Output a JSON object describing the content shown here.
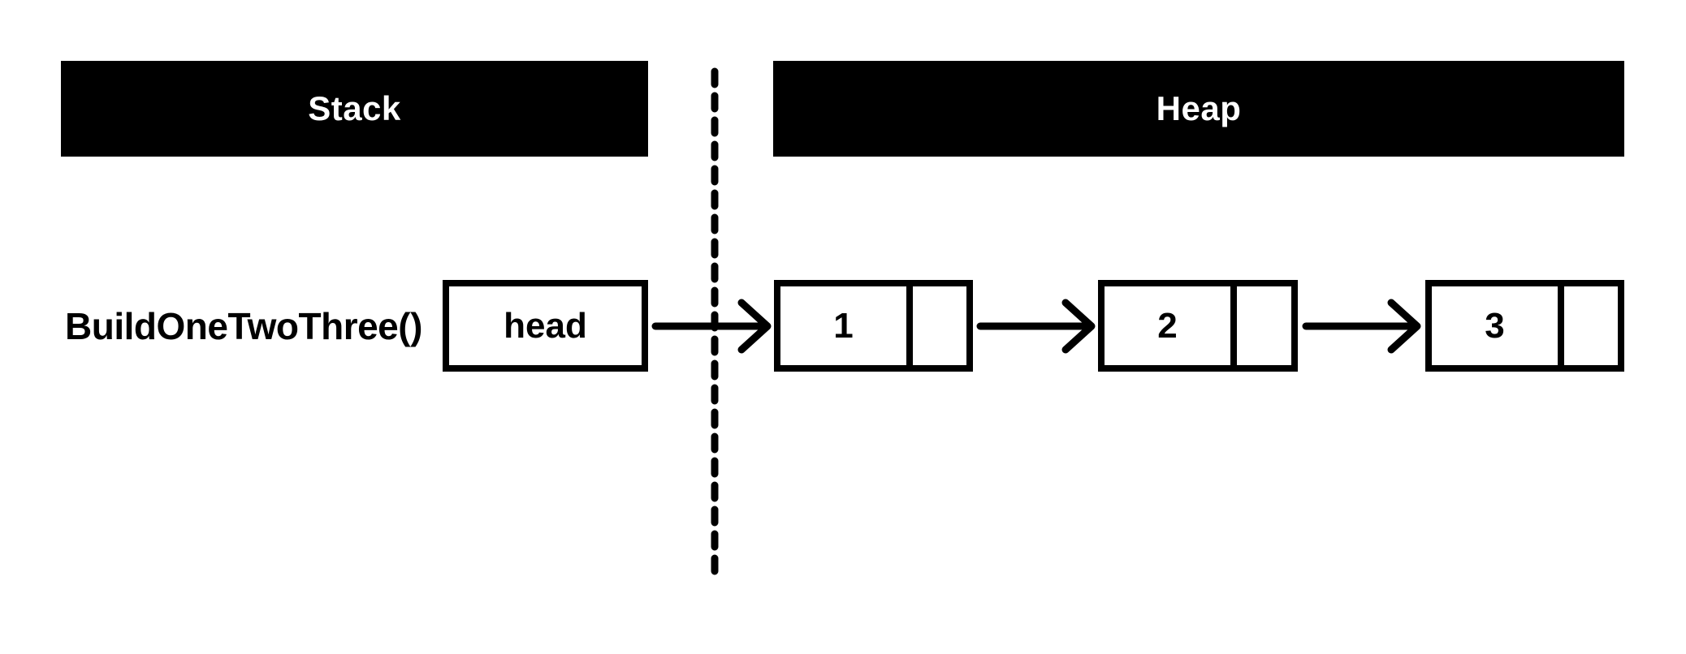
{
  "diagram": {
    "headers": {
      "stack": "Stack",
      "heap": "Heap"
    },
    "function_label": "BuildOneTwoThree()",
    "stack_variable": {
      "label": "head"
    },
    "heap_nodes": [
      {
        "value": "1"
      },
      {
        "value": "2"
      },
      {
        "value": "3"
      }
    ],
    "arrows": [
      {
        "from": "head",
        "to": "node-1"
      },
      {
        "from": "node-1",
        "to": "node-2"
      },
      {
        "from": "node-2",
        "to": "node-3"
      }
    ],
    "colors": {
      "background": "#ffffff",
      "line": "#000000",
      "bar_bg": "#000000",
      "bar_text": "#ffffff"
    }
  }
}
